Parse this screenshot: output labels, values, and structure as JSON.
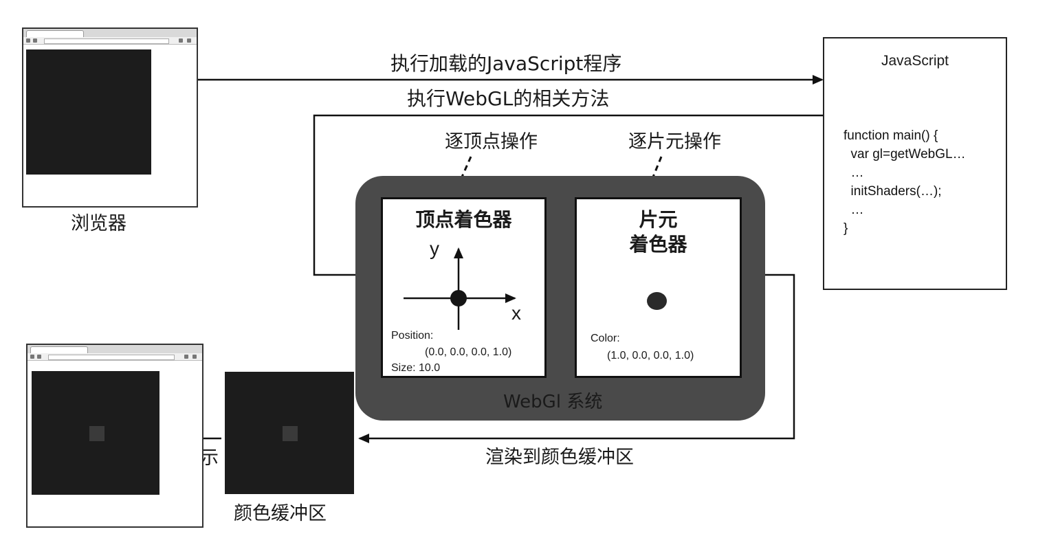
{
  "top_arrow_label": "执行加载的JavaScript程序",
  "webgl_methods_label": "执行WebGL的相关方法",
  "browser_label": "浏览器",
  "per_vertex_label": "逐顶点操作",
  "per_fragment_label": "逐片元操作",
  "vertex_shader": {
    "title": "顶点着色器",
    "y_axis": "y",
    "x_axis": "x",
    "position_label": "Position:",
    "position_value": "(0.0, 0.0, 0.0, 1.0)",
    "size_label": "Size: 10.0"
  },
  "fragment_shader": {
    "title_line1": "片元",
    "title_line2": "着色器",
    "color_label": "Color:",
    "color_value": "(1.0, 0.0, 0.0, 1.0)"
  },
  "webgl_system_label": "WebGl 系统",
  "render_label": "渲染到颜色缓冲区",
  "display_label": "显示",
  "color_buffer_label": "颜色缓冲区",
  "javascript_box": {
    "title": "JavaScript",
    "code_lines": [
      "function main() {",
      "  var gl=getWebGL…",
      "  …",
      "  initShaders(…);",
      "  …",
      "}"
    ]
  },
  "colors": {
    "canvas_bg": "#1c1c1c",
    "webgl_bg": "#4a4a4a",
    "point": "#cc2a1f"
  }
}
